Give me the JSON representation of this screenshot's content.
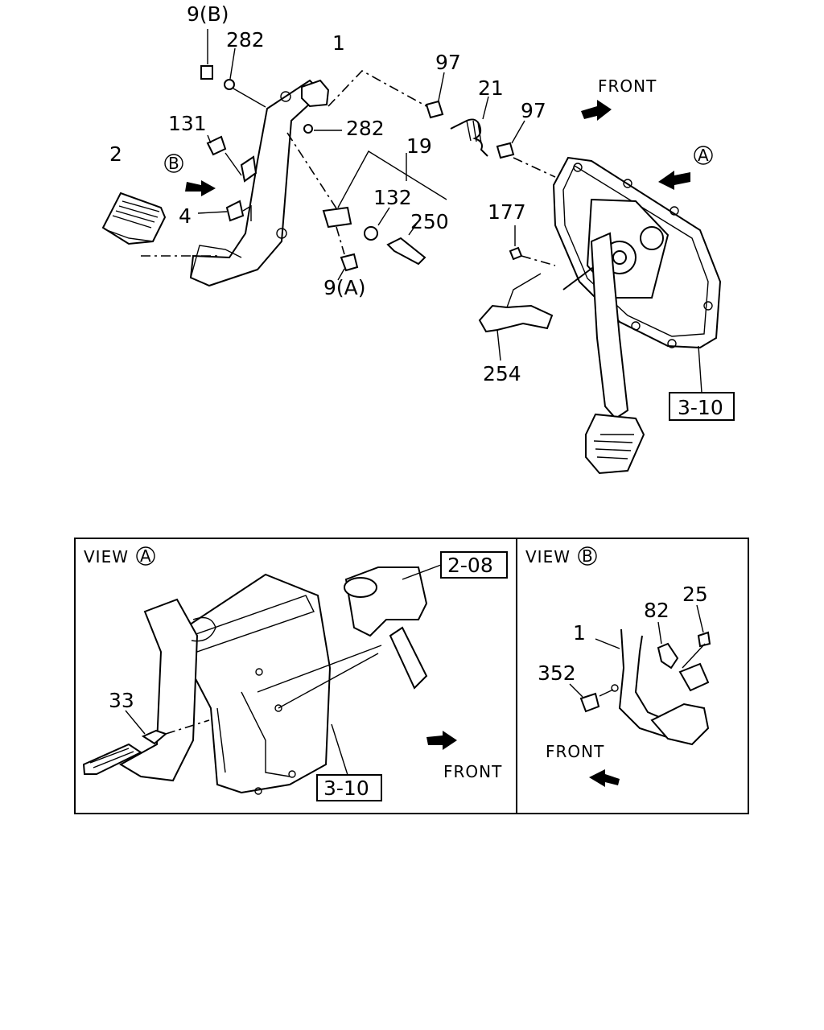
{
  "diagram": {
    "main": {
      "callouts": {
        "c_9b": "9(B)",
        "c_282a": "282",
        "c_1": "1",
        "c_97a": "97",
        "c_21": "21",
        "c_97b": "97",
        "c_front": "FRONT",
        "c_131": "131",
        "c_282b": "282",
        "c_19": "19",
        "c_2": "2",
        "c_viewb_marker": "B",
        "c_4": "4",
        "c_132": "132",
        "c_250": "250",
        "c_9a": "9(A)",
        "c_177": "177",
        "c_viewa_marker": "A",
        "c_254": "254",
        "c_ref_310": "3-10"
      }
    },
    "view_a": {
      "title": "VIEW",
      "title_marker": "A",
      "callouts": {
        "c_ref_208": "2-08",
        "c_33": "33",
        "c_front": "FRONT",
        "c_ref_310": "3-10"
      }
    },
    "view_b": {
      "title": "VIEW",
      "title_marker": "B",
      "callouts": {
        "c_1": "1",
        "c_82": "82",
        "c_25": "25",
        "c_352": "352",
        "c_front": "FRONT"
      }
    }
  }
}
